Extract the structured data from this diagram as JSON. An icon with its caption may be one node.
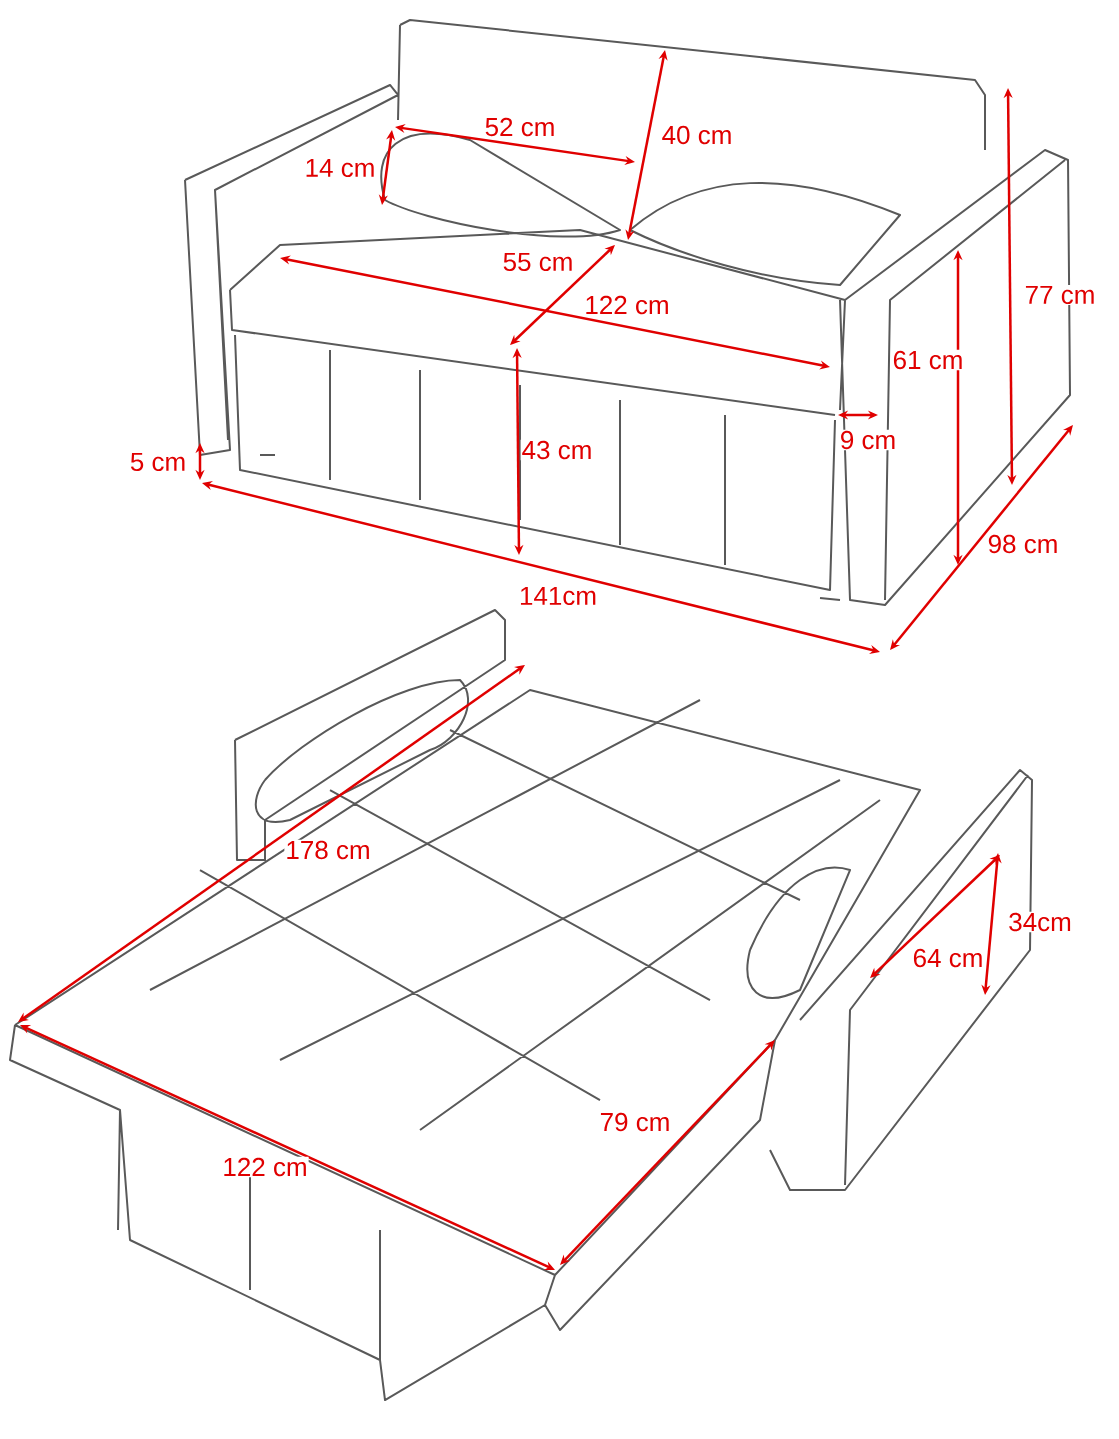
{
  "diagram": {
    "labels": [
      "52 cm",
      "40 cm",
      "14 cm",
      "55 cm",
      "122 cm",
      "77 cm",
      "61 cm",
      "43 cm",
      "9 cm",
      "5 cm",
      "98 cm",
      "141cm",
      "178 cm",
      "34cm",
      "64 cm",
      "79 cm",
      "122 cm"
    ]
  }
}
